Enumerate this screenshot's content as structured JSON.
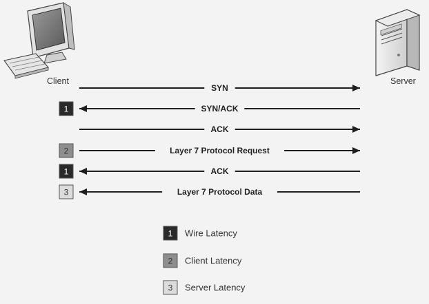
{
  "diagram": {
    "client_label": "Client",
    "server_label": "Server",
    "messages": [
      {
        "label": "SYN",
        "direction": "right",
        "badge": null
      },
      {
        "label": "SYN/ACK",
        "direction": "left",
        "badge": "1"
      },
      {
        "label": "ACK",
        "direction": "right",
        "badge": null
      },
      {
        "label": "Layer 7 Protocol Request",
        "direction": "right",
        "badge": "2"
      },
      {
        "label": "ACK",
        "direction": "left",
        "badge": "1"
      },
      {
        "label": "Layer 7 Protocol Data",
        "direction": "left",
        "badge": "3"
      }
    ]
  },
  "legend": [
    {
      "number": "1",
      "label": "Wire Latency",
      "color": "#2a2a2a"
    },
    {
      "number": "2",
      "label": "Client Latency",
      "color": "#8e8e8e"
    },
    {
      "number": "3",
      "label": "Server Latency",
      "color": "#dcdcdc"
    }
  ],
  "colors": {
    "arrow": "#1e1e1e",
    "background": "#f3f3f3"
  }
}
